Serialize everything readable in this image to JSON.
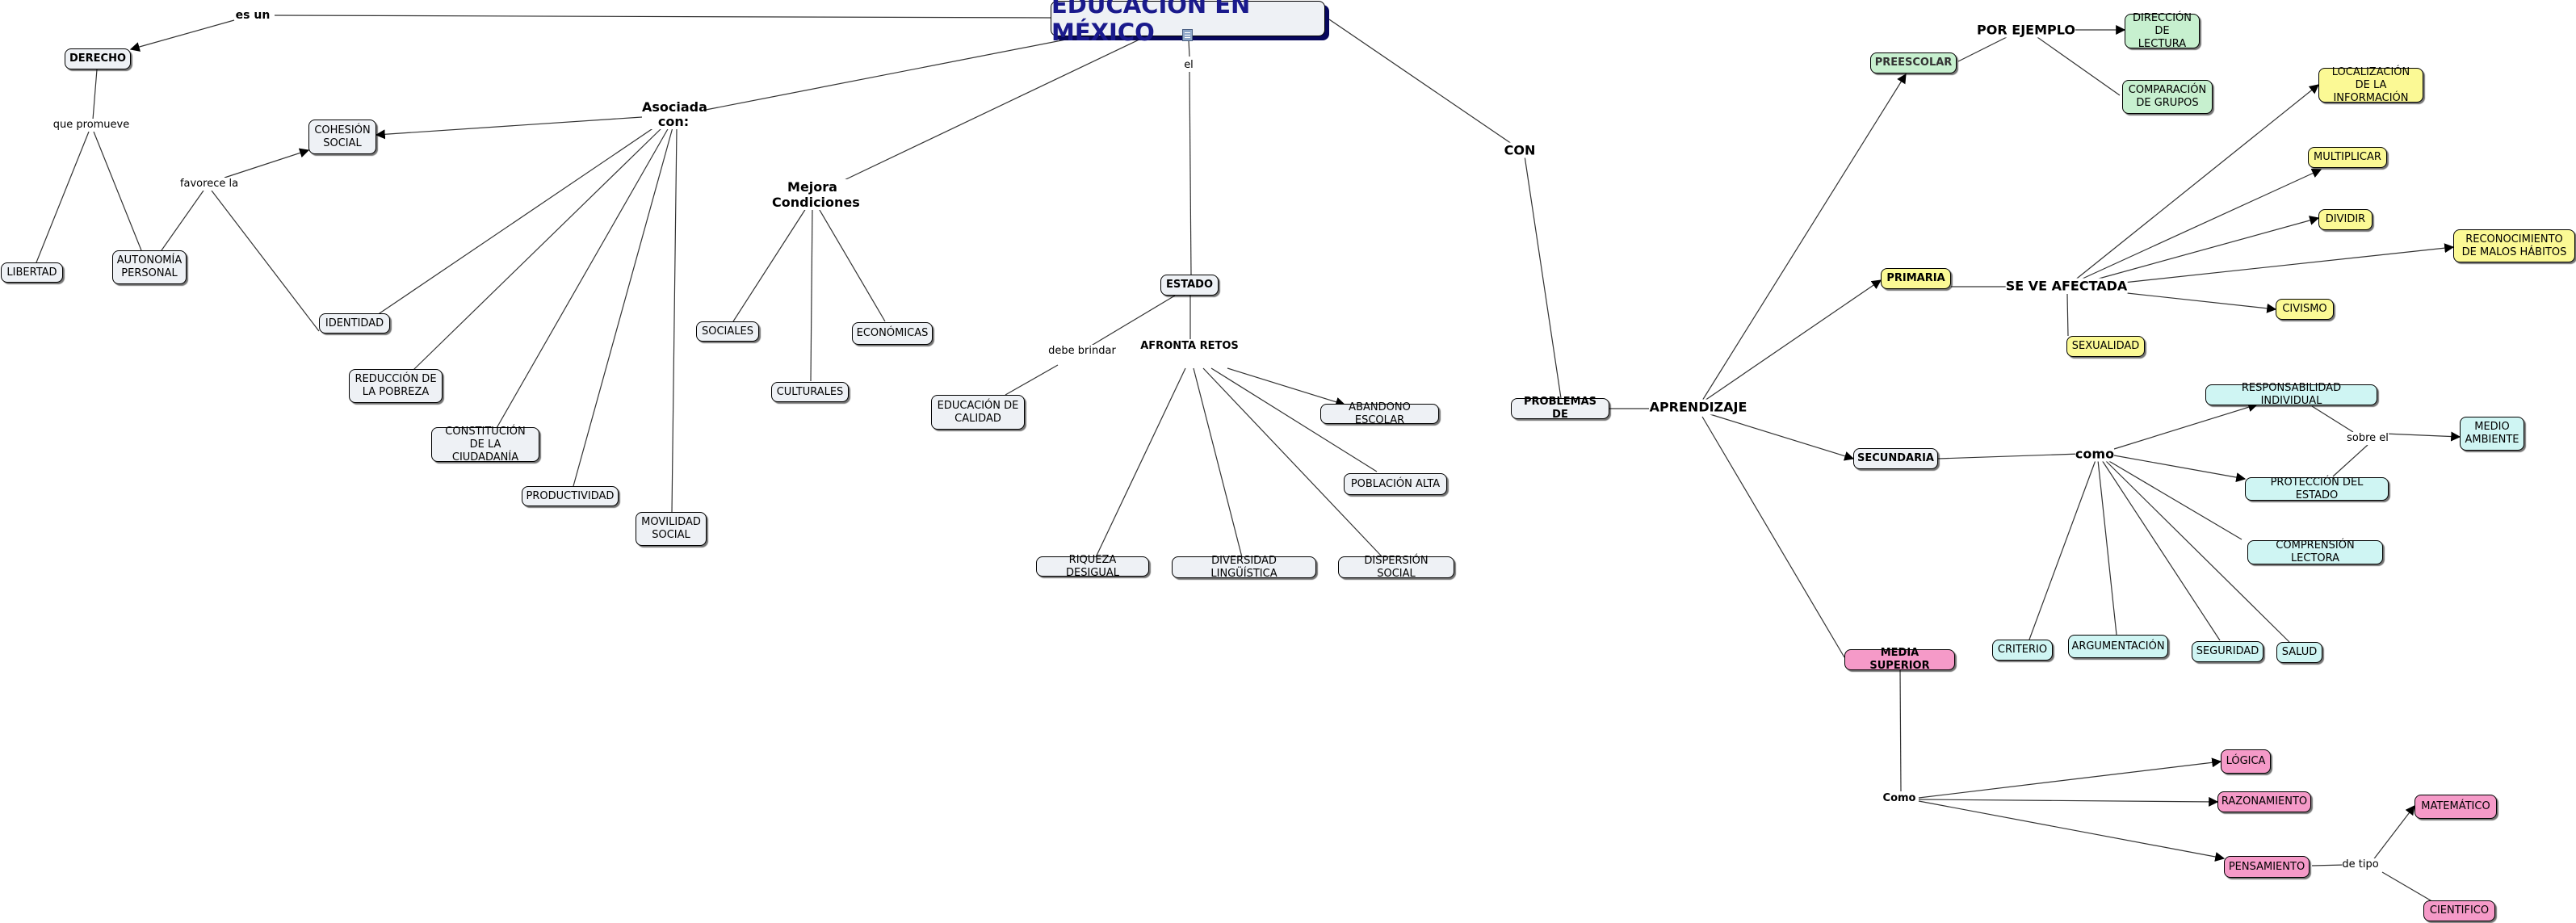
{
  "title": "EDUCACIÓN EN MÉXICO",
  "attachment_icon": "document-icon",
  "colors": {
    "green": "#c7f0cf",
    "yellow": "#fbf995",
    "cyan": "#cff5f3",
    "pink": "#f59ac8",
    "gray": "#eef1f5",
    "title_text": "#1a1a8c"
  },
  "nodes": {
    "derecho": "DERECHO",
    "libertad": "LIBERTAD",
    "autonomia": "AUTONOMÍA PERSONAL",
    "cohesion": "COHESIÓN SOCIAL",
    "identidad": "IDENTIDAD",
    "reduccion": "REDUCCIÓN DE LA POBREZA",
    "constitucion": "CONSTITUCIÓN DE LA CIUDADANÍA",
    "productividad": "PRODUCTIVIDAD",
    "movilidad": "MOVILIDAD SOCIAL",
    "sociales": "SOCIALES",
    "culturales": "CULTURALES",
    "economicas": "ECONÓMICAS",
    "estado": "ESTADO",
    "educacion_calidad": "EDUCACIÓN DE CALIDAD",
    "abandono": "ABANDONO ESCOLAR",
    "poblacion": "POBLACIÓN ALTA",
    "riqueza": "RIQUEZA DESIGUAL",
    "diversidad": "DIVERSIDAD LINGÜÍSTICA",
    "dispersion": "DISPERSIÓN SOCIAL",
    "problemas": "PROBLEMAS DE",
    "preescolar": "PREESCOLAR",
    "direccion": "DIRECCIÓN DE LECTURA",
    "comparacion": "COMPARACIÓN DE GRUPOS",
    "primaria": "PRIMARIA",
    "localizacion": "LOCALIZACIÓN DE LA INFORMACIÓN",
    "multiplicar": "MULTIPLICAR",
    "dividir": "DIVIDIR",
    "reconocimiento": "RECONOCIMIENTO DE MALOS HÁBITOS",
    "civismo": "CIVISMO",
    "sexualidad": "SEXUALIDAD",
    "secundaria": "SECUNDARIA",
    "responsabilidad": "RESPONSABILIDAD INDIVIDUAL",
    "medio_ambiente": "MEDIO AMBIENTE",
    "proteccion": "PROTECCIÓN DEL ESTADO",
    "comprension": "COMPRENSIÓN LECTORA",
    "criterio": "CRITERIO",
    "argumentacion": "ARGUMENTACIÓN",
    "seguridad": "SEGURIDAD",
    "salud": "SALUD",
    "media_superior": "MEDIA SUPERIOR",
    "logica": "LÓGICA",
    "razonamiento": "RAZONAMIENTO",
    "pensamiento": "PENSAMIENTO",
    "matematico": "MATEMÁTICO",
    "cientifico": "CIENTIFICO"
  },
  "labels": {
    "es_un": "es un",
    "que_promueve": "que promueve",
    "favorece_la": "favorece la",
    "asociada_con": "Asociada con:",
    "mejora_condiciones": "Mejora Condiciones",
    "el": "el",
    "debe_brindar": "debe brindar",
    "afronta_retos": "AFRONTA RETOS",
    "con": "CON",
    "aprendizaje": "APRENDIZAJE",
    "por_ejemplo": "POR EJEMPLO",
    "se_ve_afectada": "SE VE AFECTADA",
    "como_sec": "como",
    "sobre_el": "sobre el",
    "como_ms": "Como",
    "de_tipo": "de tipo"
  }
}
